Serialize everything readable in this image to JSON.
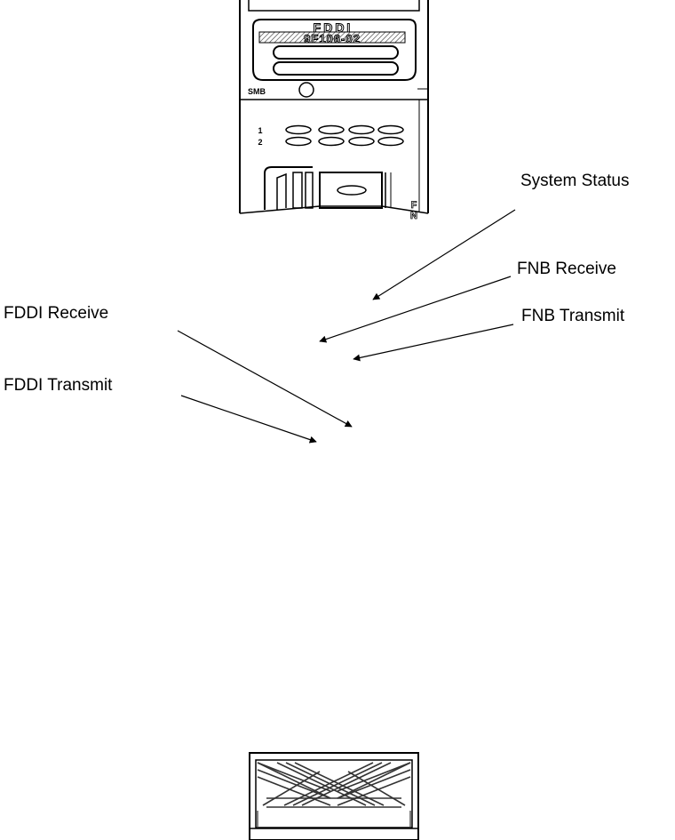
{
  "module": {
    "title": "FDDI",
    "model": "9F106-02",
    "smb_label": "SMB",
    "led_rows": [
      "1",
      "2"
    ],
    "fnb_letters": [
      "F",
      "N"
    ]
  },
  "callouts": {
    "system_status": "System Status",
    "fnb_receive": "FNB Receive",
    "fnb_transmit": "FNB Transmit",
    "fddi_receive": "FDDI Receive",
    "fddi_transmit": "FDDI Transmit"
  },
  "colors": {
    "line": "#000000",
    "background": "#ffffff",
    "hatch": "#555555"
  }
}
